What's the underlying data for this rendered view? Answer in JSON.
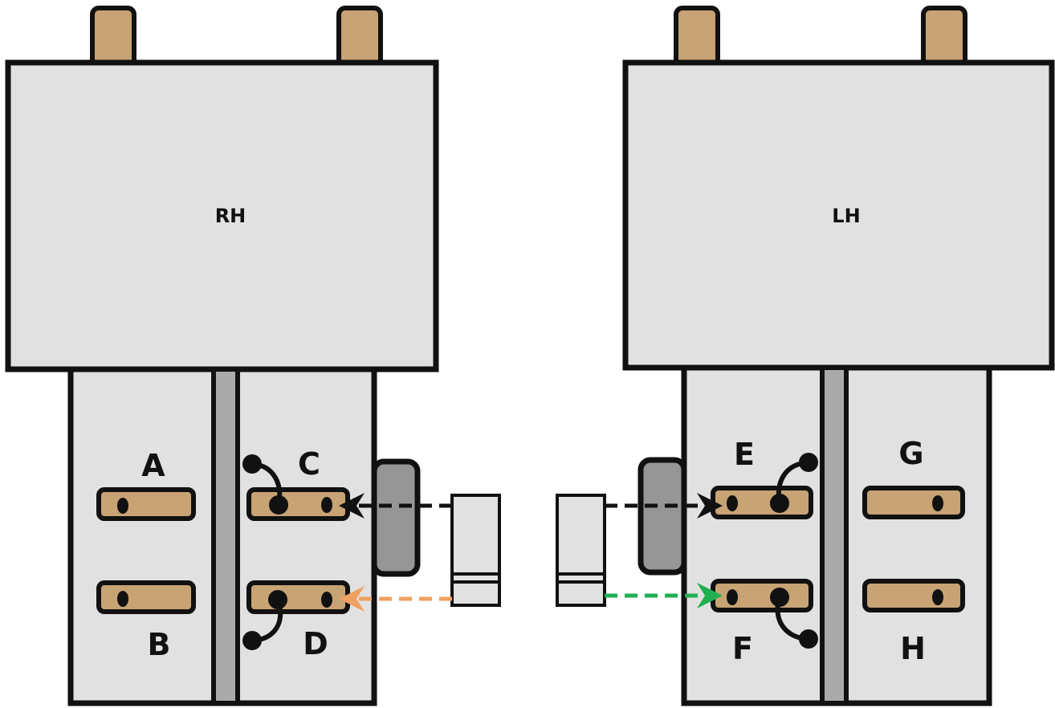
{
  "units": {
    "right_hand": {
      "label": "RH"
    },
    "left_hand": {
      "label": "LH"
    }
  },
  "terminals": {
    "a": "A",
    "b": "B",
    "c": "C",
    "d": "D",
    "e": "E",
    "f": "F",
    "g": "G",
    "h": "H"
  },
  "colors": {
    "housing": "#e1e1e1",
    "bus_bar": "#aaaaaa",
    "knob": "#969696",
    "copper": "#c8a374",
    "outline": "#111111",
    "arrow_black": "#111111",
    "arrow_orange": "#f0a060",
    "arrow_green": "#20b050"
  }
}
